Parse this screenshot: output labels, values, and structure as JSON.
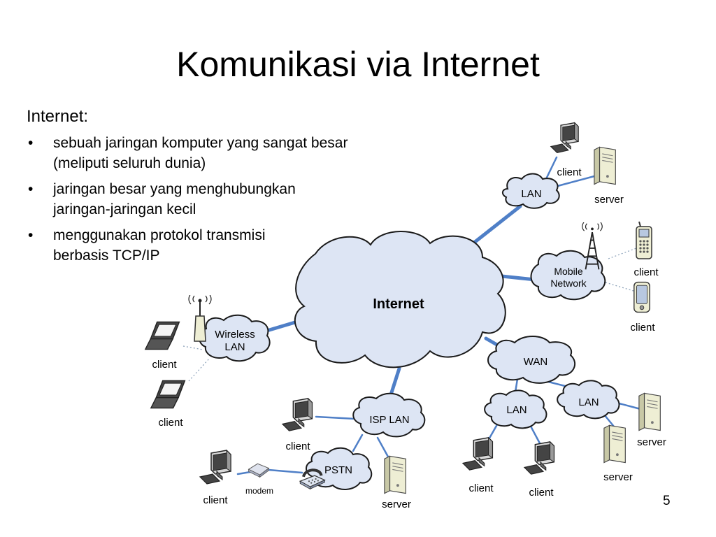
{
  "slide": {
    "title": "Komunikasi via Internet",
    "heading": "Internet:",
    "bullets": [
      {
        "line1": "sebuah jaringan komputer yang sangat besar",
        "line2": "(meliputi seluruh dunia)"
      },
      {
        "line1": "jaringan besar yang menghubungkan",
        "line2": "jaringan-jaringan kecil"
      },
      {
        "line1": "menggunakan protokol transmisi",
        "line2": "berbasis TCP/IP"
      }
    ],
    "page_number": "5"
  },
  "diagram": {
    "colors": {
      "cloud_fill": "#dde5f4",
      "cloud_stroke": "#1a1a1a",
      "link": "#4f7fc7",
      "dotted": "#8aa0b8"
    },
    "clouds": {
      "internet": "Internet",
      "lan_top": "LAN",
      "mobile_line1": "Mobile",
      "mobile_line2": "Network",
      "wireless_line1": "Wireless",
      "wireless_line2": "LAN",
      "wan": "WAN",
      "isp_lan": "ISP LAN",
      "pstn": "PSTN",
      "lan_left": "LAN",
      "lan_right": "LAN"
    },
    "devices": {
      "client": "client",
      "server": "server",
      "modem": "modem"
    }
  }
}
